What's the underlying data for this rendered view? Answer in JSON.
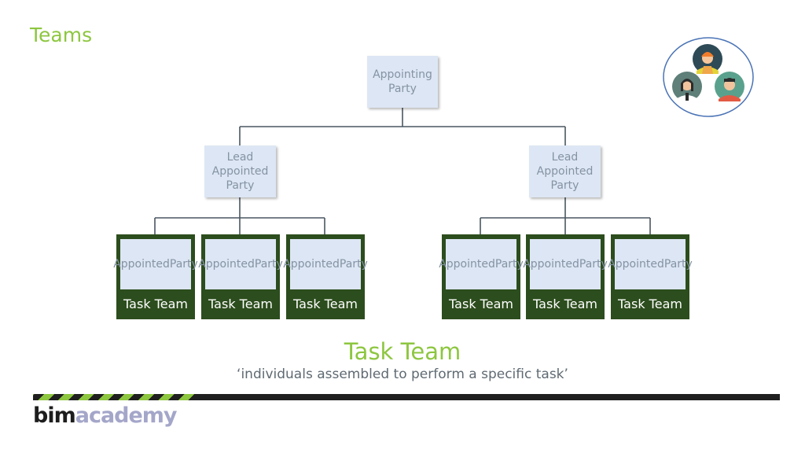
{
  "page_title": "Teams",
  "root": {
    "line1": "Appointing",
    "line2": "Party"
  },
  "leads": [
    {
      "line1": "Lead",
      "line2": "Appointed",
      "line3": "Party"
    },
    {
      "line1": "Lead",
      "line2": "Appointed",
      "line3": "Party"
    }
  ],
  "teams": [
    {
      "line1": "Appointed",
      "line2": "Party",
      "label": "Task Team"
    },
    {
      "line1": "Appointed",
      "line2": "Party",
      "label": "Task Team"
    },
    {
      "line1": "Appointed",
      "line2": "Party",
      "label": "Task Team"
    },
    {
      "line1": "Appointed",
      "line2": "Party",
      "label": "Task Team"
    },
    {
      "line1": "Appointed",
      "line2": "Party",
      "label": "Task Team"
    },
    {
      "line1": "Appointed",
      "line2": "Party",
      "label": "Task Team"
    }
  ],
  "subtitle": "Task Team",
  "definition": "‘individuals assembled to perform a specific task’",
  "logo": {
    "part1": "bim",
    "part2": "academy"
  },
  "people_icon": "team-people-icon",
  "colors": {
    "accent_green": "#8dc63f",
    "team_dark_green": "#2c4d1d",
    "box_fill": "#dde6f4",
    "line": "#4a5660"
  }
}
